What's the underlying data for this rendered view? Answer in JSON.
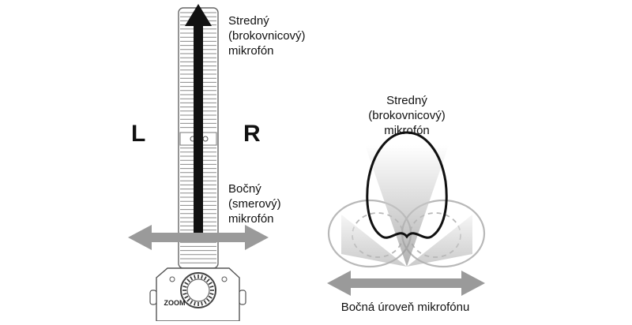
{
  "left_figure": {
    "channel_left": "L",
    "channel_right": "R",
    "mid_mic_label": [
      "Stredný",
      "(brokovnicový)",
      "mikrofón"
    ],
    "side_mic_label": [
      "Bočný",
      "(smerový)",
      "mikrofón"
    ],
    "device_brand": "ZOOM"
  },
  "right_figure": {
    "mid_mic_label": [
      "Stredný",
      "(brokovnicový)",
      "mikrofón"
    ],
    "side_level_label": "Bočná úroveň mikrofónu"
  },
  "colors": {
    "arrow_dark": "#111111",
    "arrow_gray": "#9a9a9a",
    "mic_body": "#ffffff",
    "mic_outline": "#555555",
    "lobe_gray": "#b8b8b8"
  }
}
